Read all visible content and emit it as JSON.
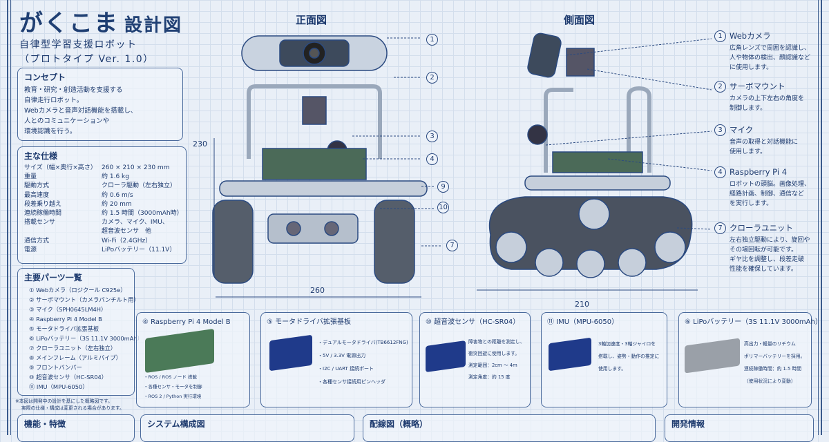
{
  "title": {
    "main": "がくこま",
    "suffix": "設計図",
    "subtitle1": "自律型学習支援ロボット",
    "subtitle2": "（プロトタイプ Ver. 1.0）"
  },
  "concept": {
    "heading": "コンセプト",
    "lines": [
      "教育・研究・創造活動を支援する",
      "自律走行ロボット。",
      "Webカメラと音声対話機能を搭載し、",
      "人とのコミュニケーションや",
      "環境認識を行う。"
    ]
  },
  "specs": {
    "heading": "主な仕様",
    "rows": [
      {
        "k": "サイズ（幅×奥行×高さ）",
        "v": "260 × 210 × 230 mm"
      },
      {
        "k": "重量",
        "v": "約 1.6 kg"
      },
      {
        "k": "駆動方式",
        "v": "クローラ駆動（左右独立）"
      },
      {
        "k": "最高速度",
        "v": "約 0.6 m/s"
      },
      {
        "k": "段差乗り越え",
        "v": "約 20 mm"
      },
      {
        "k": "連続稼働時間",
        "v": "約 1.5 時間（3000mAh時）"
      },
      {
        "k": "搭載センサ",
        "v": "カメラ、マイク、IMU、"
      },
      {
        "k": "",
        "v": "超音波センサ　他"
      },
      {
        "k": "通信方式",
        "v": "Wi-Fi（2.4GHz）"
      },
      {
        "k": "電源",
        "v": "LiPoバッテリー（11.1V）"
      }
    ]
  },
  "parts": {
    "heading": "主要パーツ一覧",
    "items": [
      "① Webカメラ（ロジクール C925e）",
      "② サーボマウント（カメラパンチルト用）",
      "③ マイク（SPH0645LM4H）",
      "④ Raspberry Pi 4 Model B",
      "⑤ モータドライバ拡張基板",
      "⑥ LiPoバッテリー（3S 11.1V 3000mAh）",
      "⑦ クローラユニット（左右独立）",
      "⑧ メインフレーム（アルミパイプ）",
      "⑨ フロントバンパー",
      "⑩ 超音波センサ（HC-SR04）",
      "⑪ IMU（MPU-6050）"
    ]
  },
  "note": [
    "※本図は開発中の設計を基にした概略図です。",
    "実際の仕様・構成は変更される場合があります。"
  ],
  "views": {
    "front": "正面図",
    "side": "側面図"
  },
  "dims": {
    "height": "230",
    "width": "260",
    "depth": "210"
  },
  "front_callouts": [
    "1",
    "2",
    "3",
    "4",
    "9",
    "10",
    "7"
  ],
  "annotations": [
    {
      "num": "1",
      "title": "Webカメラ",
      "lines": [
        "広角レンズで周囲を認識し、",
        "人や物体の検出、顔認識など",
        "に使用します。"
      ]
    },
    {
      "num": "2",
      "title": "サーボマウント",
      "lines": [
        "カメラの上下左右の角度を",
        "制御します。"
      ]
    },
    {
      "num": "3",
      "title": "マイク",
      "lines": [
        "音声の取得と対話機能に",
        "使用します。"
      ]
    },
    {
      "num": "4",
      "title": "Raspberry Pi 4",
      "lines": [
        "ロボットの頭脳。画像処理、",
        "経路計画、制御、通信など",
        "を実行します。"
      ]
    },
    {
      "num": "7",
      "title": "クローラユニット",
      "lines": [
        "左右独立駆動により、旋回や",
        "その場回転が可能です。",
        "ギヤ比を調整し、段差走破",
        "性能を確保しています。"
      ]
    }
  ],
  "cards": [
    {
      "title": "④ Raspberry Pi 4 Model B",
      "lines": [
        "・ROS / ROS ノード 搭載",
        "・各種センサ・モータを制御",
        "・ROS 2 / Python 実行環境"
      ]
    },
    {
      "title": "⑤ モータドライバ拡張基板",
      "lines": [
        "・デュアルモータドライバ(TB6612FNG)",
        "・5V / 3.3V 電源出力",
        "・I2C / UART 接続ポート",
        "・各種センサ接続用ピンヘッダ"
      ]
    },
    {
      "title": "⑩ 超音波センサ（HC-SR04）",
      "lines": [
        "障害物との距離を測定し、",
        "衝突回避に使用します。",
        "測定範囲：2cm ～ 4m",
        "測定角度：約 15 度"
      ]
    },
    {
      "title": "⑪ IMU（MPU-6050）",
      "lines": [
        "3軸加速度・3軸ジャイロを",
        "搭載し、姿勢・動作の推定に",
        "使用します。"
      ]
    },
    {
      "title": "⑥ LiPoバッテリー（3S 11.1V 3000mAh）",
      "lines": [
        "高出力・軽量のリチウム",
        "ポリマーバッテリーを採用。",
        "連続稼働時間：約 1.5 時間",
        "（使用状況により変動）"
      ]
    }
  ],
  "bottom": [
    "機能・特徴",
    "システム構成図",
    "配線図（概略）",
    "開発情報"
  ],
  "colors": {
    "ink": "#1d3a6e",
    "paper": "#e9eff7"
  }
}
